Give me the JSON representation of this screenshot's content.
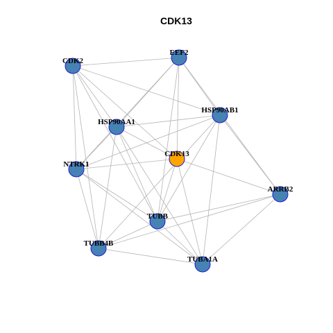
{
  "title": "CDK13",
  "colors": {
    "default_node": "#4682b4",
    "highlight_node": "#ffa500",
    "node_border": "#1c1ccf",
    "edge": "#b3b3b3"
  },
  "nodes": [
    {
      "id": "CDK2",
      "label": "CDK2",
      "highlight": false
    },
    {
      "id": "EEF2",
      "label": "EEF2",
      "highlight": false
    },
    {
      "id": "HSP90AB1",
      "label": "HSP90AB1",
      "highlight": false
    },
    {
      "id": "HSP90AA1",
      "label": "HSP90AA1",
      "highlight": false
    },
    {
      "id": "CDK13",
      "label": "CDK13",
      "highlight": true
    },
    {
      "id": "NTRK1",
      "label": "NTRK1",
      "highlight": false
    },
    {
      "id": "ARRB2",
      "label": "ARRB2",
      "highlight": false
    },
    {
      "id": "TUBB",
      "label": "TUBB",
      "highlight": false
    },
    {
      "id": "TUBB4B",
      "label": "TUBB4B",
      "highlight": false
    },
    {
      "id": "TUBA1A",
      "label": "TUBA1A",
      "highlight": false
    }
  ],
  "edges": [
    [
      "CDK2",
      "EEF2"
    ],
    [
      "CDK2",
      "HSP90AB1"
    ],
    [
      "CDK2",
      "HSP90AA1"
    ],
    [
      "CDK2",
      "CDK13"
    ],
    [
      "CDK2",
      "NTRK1"
    ],
    [
      "CDK2",
      "TUBB4B"
    ],
    [
      "CDK2",
      "TUBB"
    ],
    [
      "EEF2",
      "HSP90AA1"
    ],
    [
      "EEF2",
      "HSP90AB1"
    ],
    [
      "EEF2",
      "NTRK1"
    ],
    [
      "EEF2",
      "ARRB2"
    ],
    [
      "EEF2",
      "TUBB"
    ],
    [
      "EEF2",
      "CDK13"
    ],
    [
      "HSP90AB1",
      "HSP90AA1"
    ],
    [
      "HSP90AB1",
      "NTRK1"
    ],
    [
      "HSP90AB1",
      "ARRB2"
    ],
    [
      "HSP90AB1",
      "TUBB"
    ],
    [
      "HSP90AB1",
      "TUBA1A"
    ],
    [
      "HSP90AB1",
      "TUBB4B"
    ],
    [
      "HSP90AA1",
      "NTRK1"
    ],
    [
      "HSP90AA1",
      "CDK13"
    ],
    [
      "HSP90AA1",
      "TUBB4B"
    ],
    [
      "HSP90AA1",
      "TUBB"
    ],
    [
      "HSP90AA1",
      "TUBA1A"
    ],
    [
      "CDK13",
      "NTRK1"
    ],
    [
      "CDK13",
      "ARRB2"
    ],
    [
      "CDK13",
      "TUBB"
    ],
    [
      "CDK13",
      "TUBA1A"
    ],
    [
      "NTRK1",
      "TUBB"
    ],
    [
      "NTRK1",
      "TUBA1A"
    ],
    [
      "NTRK1",
      "TUBB4B"
    ],
    [
      "ARRB2",
      "TUBB"
    ],
    [
      "ARRB2",
      "TUBB4B"
    ],
    [
      "ARRB2",
      "TUBA1A"
    ],
    [
      "TUBB",
      "TUBB4B"
    ],
    [
      "TUBB",
      "TUBA1A"
    ],
    [
      "TUBB4B",
      "TUBA1A"
    ]
  ]
}
